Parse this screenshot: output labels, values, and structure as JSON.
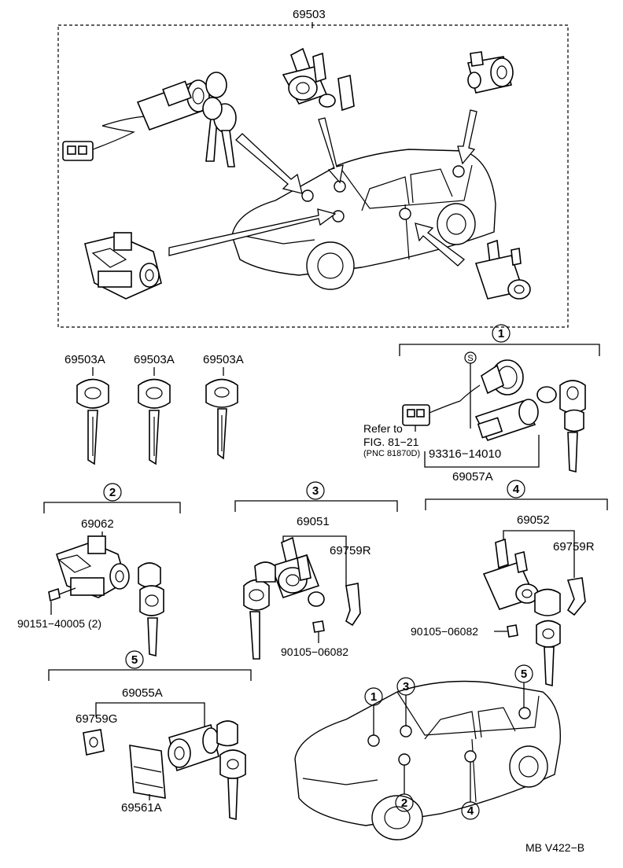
{
  "top_group": {
    "part_no": "69503"
  },
  "keys": [
    {
      "part_no": "69503A"
    },
    {
      "part_no": "69503A"
    },
    {
      "part_no": "69503A"
    }
  ],
  "group1": {
    "callout": "1",
    "screw_mark": "S",
    "refer_line1": "Refer to",
    "refer_line2": "FIG. 81−21",
    "refer_pnc": "(PNC 81870D)",
    "screw_part": "93316−14010",
    "assy_part": "69057A"
  },
  "group2": {
    "callout": "2",
    "assy_part": "69062",
    "bolt_part": "90151−40005 (2)"
  },
  "group3": {
    "callout": "3",
    "assy_part": "69051",
    "rod_part": "69759R",
    "screw_part": "90105−06082"
  },
  "group4": {
    "callout": "4",
    "assy_part": "69052",
    "rod_part": "69759R",
    "screw_part": "90105−06082"
  },
  "group5": {
    "callout": "5",
    "assy_part": "69055A",
    "rod_part": "69759G",
    "retainer_part": "69561A"
  },
  "locator_callouts": [
    "1",
    "3",
    "5",
    "2",
    "4"
  ],
  "figure_code": "MB V422−B"
}
